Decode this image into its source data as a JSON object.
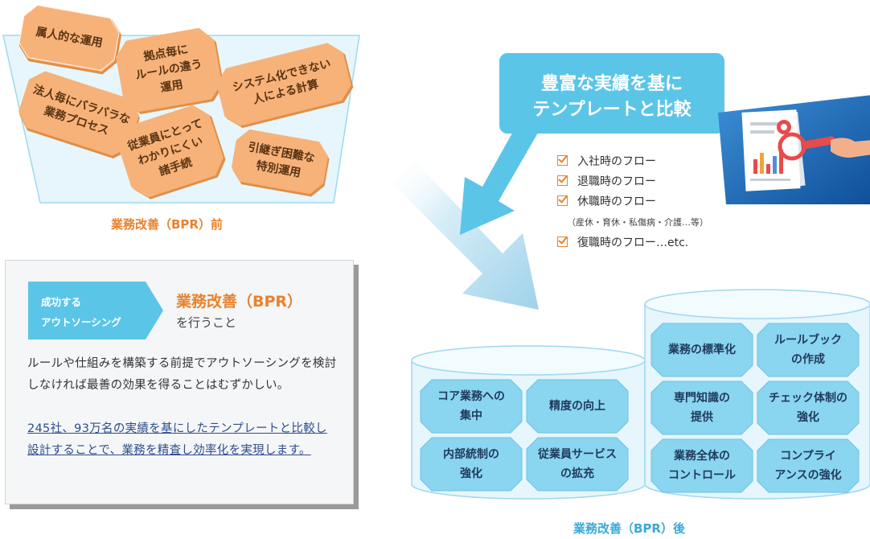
{
  "before": {
    "tiles": [
      "属人的な運用",
      "拠点毎に\nルールの違う\n運用",
      "システム化できない\n人による計算",
      "法人毎にバラバラな\n業務プロセス",
      "従業員にとって\nわかりにくい\n諸手続",
      "引継ぎ困難な\n特別運用"
    ],
    "caption": "業務改善（BPR）前"
  },
  "info": {
    "tag_line1": "成功する",
    "tag_line2": "アウトソーシング",
    "title": "業務改善（BPR）",
    "subtitle": "を行うこと",
    "paragraph": "ルールや仕組みを構築する前提でアウトソーシングを検討しなければ最善の効果を得ることはむずかしい。",
    "link_text": "245社、93万名の実績を基にしたテンプレートと比較し設計することで、業務を精査し効率化を実現します。"
  },
  "callout": {
    "line1": "豊富な実績を基に",
    "line2": "テンプレートと比較"
  },
  "checklist": {
    "items": [
      "入社時のフロー",
      "退職時のフロー",
      "休職時のフロー",
      "復職時のフロー…etc."
    ],
    "note": "（産休・育休・私傷病・介護…等）"
  },
  "after": {
    "left_tiles": [
      "コア業務への\n集中",
      "精度の向上",
      "内部統制の\n強化",
      "従業員サービス\nの拡充"
    ],
    "right_tiles": [
      "業務の標準化",
      "ルールブック\nの作成",
      "専門知識の\n提供",
      "チェック体制の\n強化",
      "業務全体の\nコントロール",
      "コンプライ\nアンスの強化"
    ],
    "caption": "業務改善（BPR）後"
  },
  "colors": {
    "orange": "#e8822c",
    "tile_orange": "#f7b27a",
    "tile_blue": "#8ad5f0",
    "callout_blue": "#5bc5e8",
    "link_navy": "#2f4e8c"
  }
}
